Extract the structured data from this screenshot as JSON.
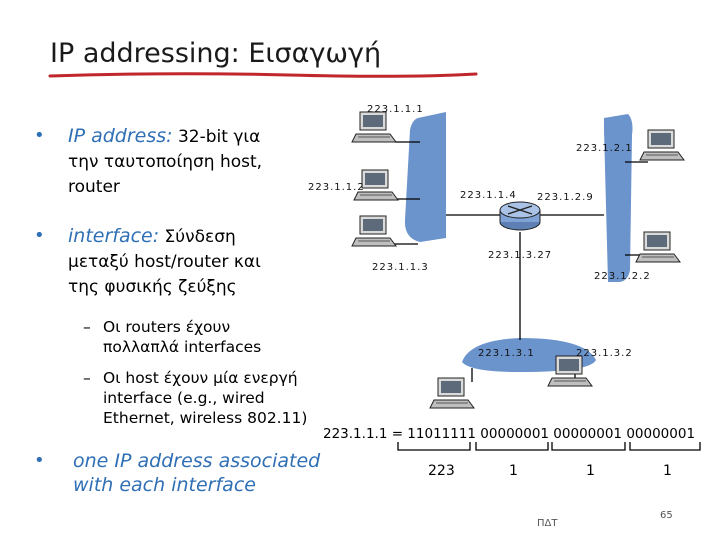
{
  "title": "IP addressing: Εισαγωγή",
  "bullets": [
    {
      "term": "IP address:",
      "text_first": " 32-bit για",
      "text_rest": [
        "την ταυτοποίηση host,",
        "router"
      ]
    },
    {
      "term": "interface:",
      "text_first": " Σύνδεση",
      "text_rest": [
        "μεταξύ host/router και",
        "της φυσικής ζεύξης"
      ]
    },
    {
      "term": "one IP address associated",
      "text_rest": [
        "with each interface"
      ]
    }
  ],
  "sub_bullets": [
    {
      "lines": [
        "Οι routers έχουν",
        "πολλαπλά interfaces"
      ]
    },
    {
      "lines": [
        "Οι host έχουν μία ενεργή",
        "interface (e.g., wired",
        "Ethernet, wireless 802.11)"
      ]
    }
  ],
  "ip_labels": {
    "a": "223.1.1.1",
    "b": "223.1.2.1",
    "c": "223.1.1.2",
    "d": "223.1.1.4",
    "e": "223.1.2.9",
    "f": "223.1.3.27",
    "g": "223.1.1.3",
    "h": "223.1.2.2",
    "i": "223.1.3.1",
    "j": "223.1.3.2"
  },
  "binary": "223.1.1.1 = 11011111 00000001 00000001 00000001",
  "octets": [
    "223",
    "1",
    "1",
    "1"
  ],
  "footer": {
    "center": "ΠΔΤ",
    "page": "65"
  },
  "colors": {
    "accent": "#2f6fb5",
    "underline": "#c0272d",
    "network": "#6b93cc",
    "router": "#7fa3d6"
  }
}
